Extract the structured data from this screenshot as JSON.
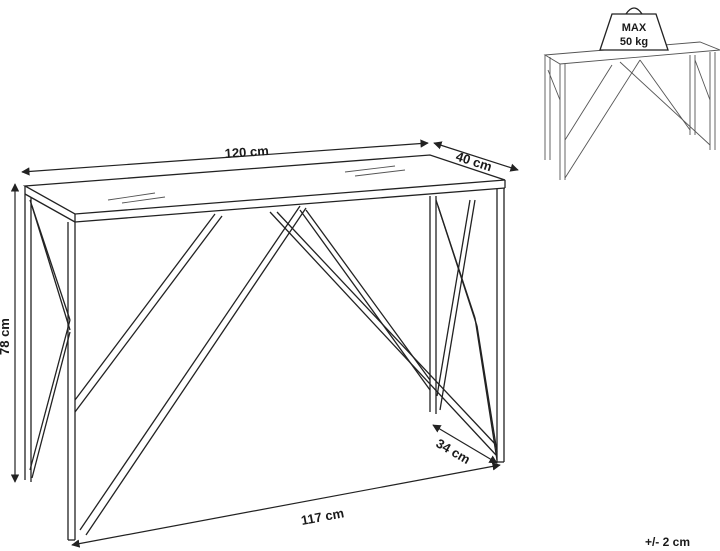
{
  "dimensions": {
    "width_top": "120 cm",
    "depth_top": "40 cm",
    "height": "78 cm",
    "width_base": "117 cm",
    "depth_base": "34 cm"
  },
  "weight_badge": {
    "line1": "MAX",
    "line2": "50 kg"
  },
  "tolerance": "+/- 2 cm"
}
